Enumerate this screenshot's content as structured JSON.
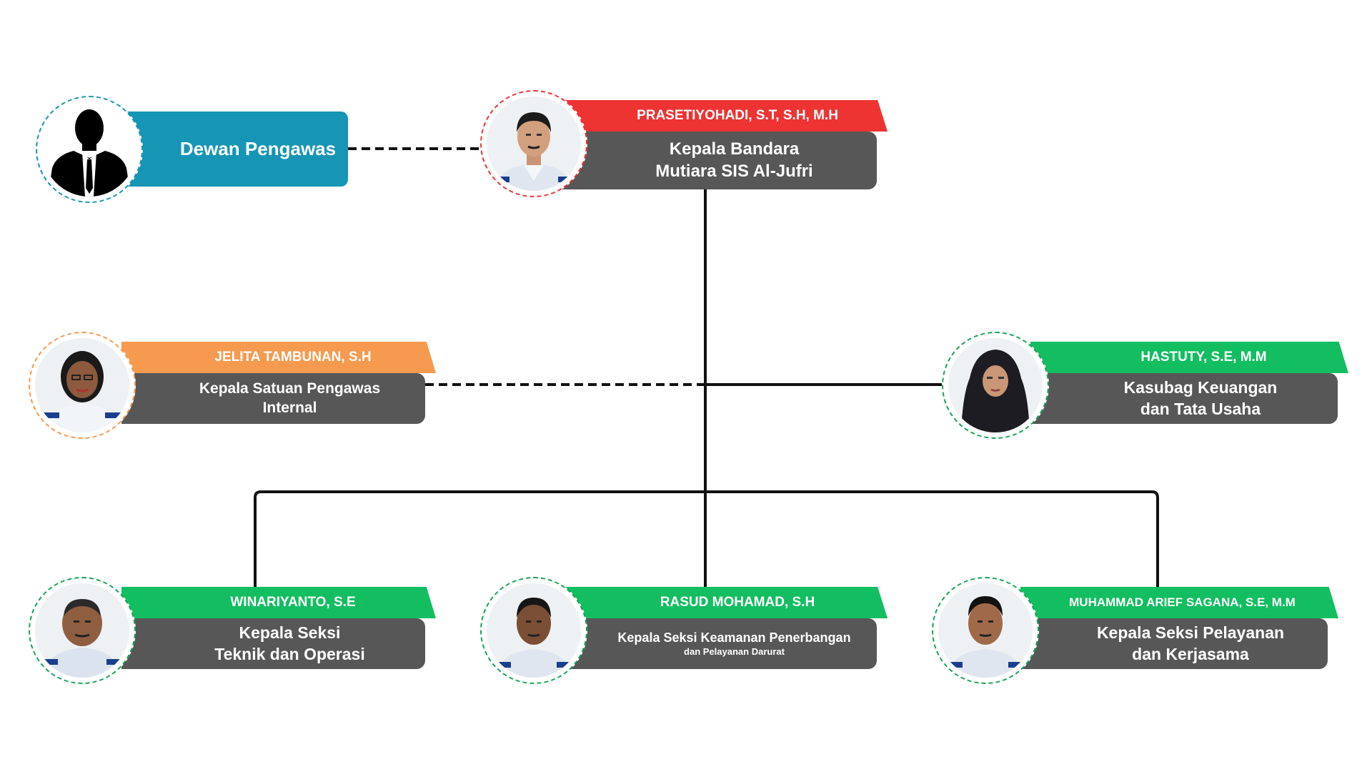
{
  "colors": {
    "red": "#ee3333",
    "orange": "#f59a4f",
    "green": "#12be60",
    "teal": "#1795b5",
    "card_body": "#575757",
    "connector": "#111111"
  },
  "dewan": {
    "label": "Dewan Pengawas",
    "icon": "silhouette-person-icon"
  },
  "kepala_bandara": {
    "name": "PRASETIYOHADI, S.T, S.H, M.H",
    "title_line1": "Kepala Bandara",
    "title_line2": "Mutiara SIS Al-Jufri"
  },
  "spi": {
    "name": "JELITA TAMBUNAN, S.H",
    "title_line1": "Kepala Satuan Pengawas",
    "title_line2": "Internal"
  },
  "kasubag": {
    "name": "HASTUTY, S.E, M.M",
    "title_line1": "Kasubag Keuangan",
    "title_line2": "dan Tata Usaha"
  },
  "teknik": {
    "name": "WINARIYANTO, S.E",
    "title_line1": "Kepala Seksi",
    "title_line2": "Teknik dan Operasi"
  },
  "keamanan": {
    "name": "RASUD MOHAMAD, S.H",
    "title_line1": "Kepala Seksi Keamanan Penerbangan",
    "title_line2": "dan Pelayanan Darurat"
  },
  "pelayanan": {
    "name": "MUHAMMAD ARIEF SAGANA, S.E, M.M",
    "title_line1": "Kepala Seksi Pelayanan",
    "title_line2": "dan Kerjasama"
  }
}
